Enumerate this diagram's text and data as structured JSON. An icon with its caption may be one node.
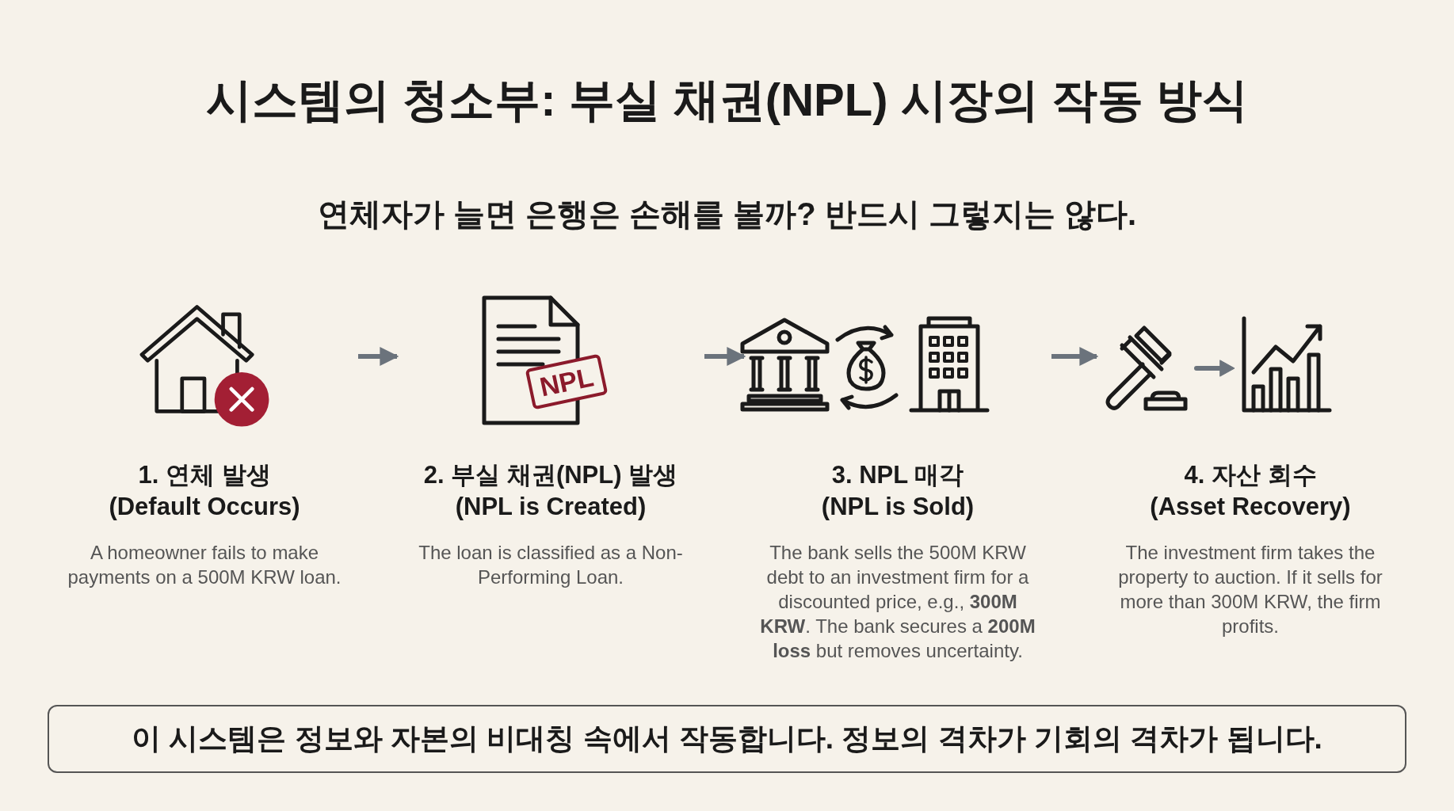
{
  "diagram": {
    "title": "시스템의 청소부: 부실 채권(NPL) 시장의 작동 방식",
    "nodes": [
      {
        "text": [
          "1. 연체 발생",
          "(Default Occurs)",
          "A homeowner fails to make payments on a 500M KRW loan."
        ]
      },
      {
        "text": [
          "NPL",
          "2. 부실 채권(NPL) 발생",
          "(NPL is Created)",
          "The loan is classified as a Non-Performing Loan."
        ]
      },
      {
        "text": [
          "3. NPL 매각",
          "(NPL is Sold)",
          "The bank sells the 500M KRW debt to an investment firm for a discounted price, e.g., **300M KRW**. The bank secures a **200M loss** but removes uncertainty."
        ]
      },
      {
        "text": [
          "4. 자산 회수",
          "(Asset Recovery)",
          "The investment firm takes the property to auction. If it sells for more than 300M KRW, the firm profits."
        ]
      },
      {
        "text": [
          "이 시스템은 정보와 자본의 비대칭 속에서 작동합니다. 정보의 격차가 기회의 격차가 됩니다."
        ]
      }
    ],
    "edges": [
      {
        "from": 0,
        "to": 1,
        "arrow": "to"
      },
      {
        "from": 1,
        "to": 2,
        "arrow": "to"
      },
      {
        "from": 2,
        "to": 3,
        "arrow": "to"
      }
    ],
    "labels": [
      "연체자가 늘면 은행은 손해를 볼까? 반드시 그렇지는 않다."
    ]
  }
}
